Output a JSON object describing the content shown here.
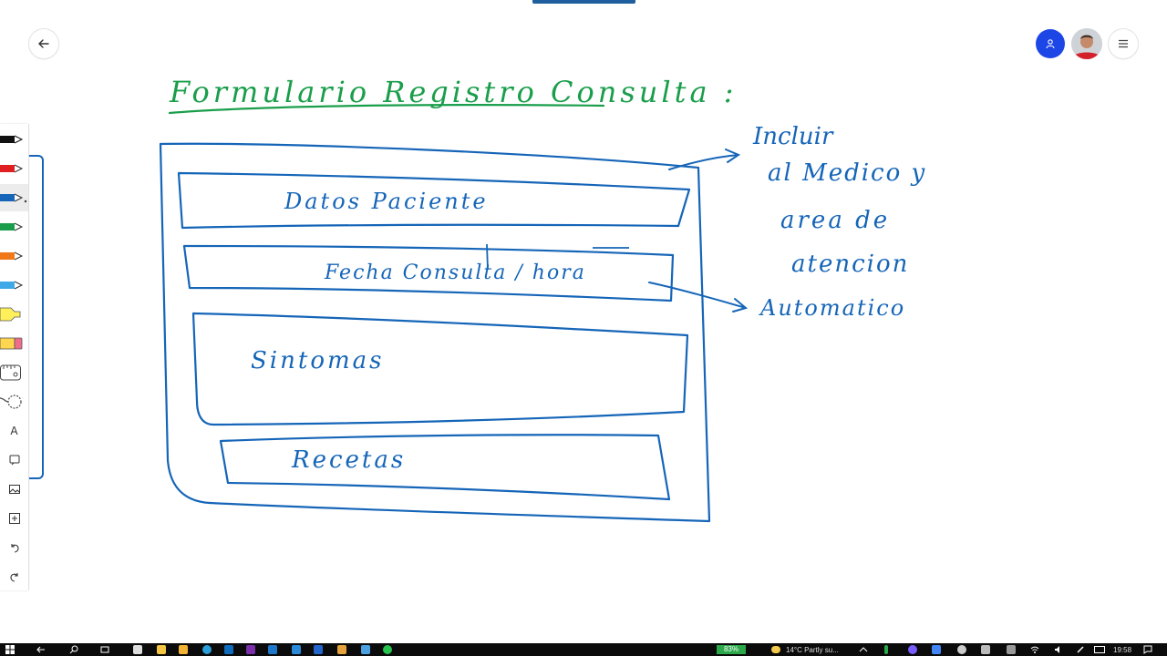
{
  "whiteboard": {
    "title": "Formulario Registro Consulta :",
    "form_sections": [
      {
        "label": "Datos Paciente"
      },
      {
        "label": "Fecha Consulta / hora"
      },
      {
        "label": "Sintomas"
      },
      {
        "label": "Recetas"
      }
    ],
    "notes": [
      "Incluir",
      "al Medico y",
      "area de",
      "atencion",
      "Automatico"
    ]
  },
  "toolbar": {
    "tools": [
      {
        "icon": "pen-black-icon"
      },
      {
        "icon": "pen-red-icon"
      },
      {
        "icon": "pen-blue-icon",
        "selected": true
      },
      {
        "icon": "pen-green-icon"
      },
      {
        "icon": "pen-orange-icon"
      },
      {
        "icon": "pen-lightblue-icon"
      },
      {
        "icon": "highlighter-icon"
      },
      {
        "icon": "eraser-icon"
      },
      {
        "icon": "ruler-icon"
      },
      {
        "icon": "lasso-icon"
      },
      {
        "icon": "text-tool-icon",
        "glyph": "A"
      },
      {
        "icon": "shape-tool-icon"
      },
      {
        "icon": "image-tool-icon"
      },
      {
        "icon": "add-tool-icon"
      },
      {
        "icon": "undo-icon"
      },
      {
        "icon": "redo-icon"
      }
    ]
  },
  "taskbar": {
    "battery": "83%",
    "weather": "14°C  Partly su...",
    "time": "19:58"
  },
  "colors": {
    "ink_blue": "#1565b8",
    "ink_green": "#1a9e4b",
    "user_button": "#1c46e6"
  }
}
